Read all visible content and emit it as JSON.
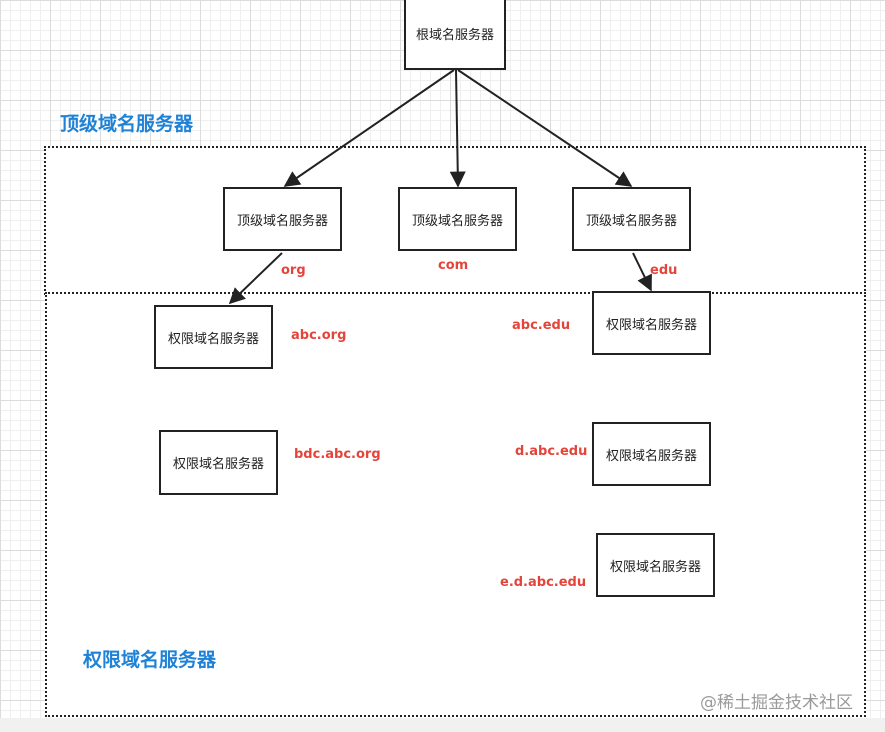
{
  "root": {
    "label": "根域名服务器"
  },
  "tld_section": {
    "title": "顶级域名服务器",
    "servers": [
      {
        "label": "顶级域名服务器",
        "domain": "org"
      },
      {
        "label": "顶级域名服务器",
        "domain": "com"
      },
      {
        "label": "顶级域名服务器",
        "domain": "edu"
      }
    ]
  },
  "auth_section": {
    "title": "权限域名服务器",
    "servers": [
      {
        "label": "权限域名服务器",
        "domain": "abc.org"
      },
      {
        "label": "权限域名服务器",
        "domain": "bdc.abc.org"
      },
      {
        "label": "权限域名服务器",
        "domain": "abc.edu"
      },
      {
        "label": "权限域名服务器",
        "domain": "d.abc.edu"
      },
      {
        "label": "权限域名服务器",
        "domain": "e.d.abc.edu"
      }
    ]
  },
  "watermark": "@稀土掘金技术社区",
  "colors": {
    "section_title": "#1f82d6",
    "domain_label": "#e4453b",
    "box_border": "#222222"
  }
}
